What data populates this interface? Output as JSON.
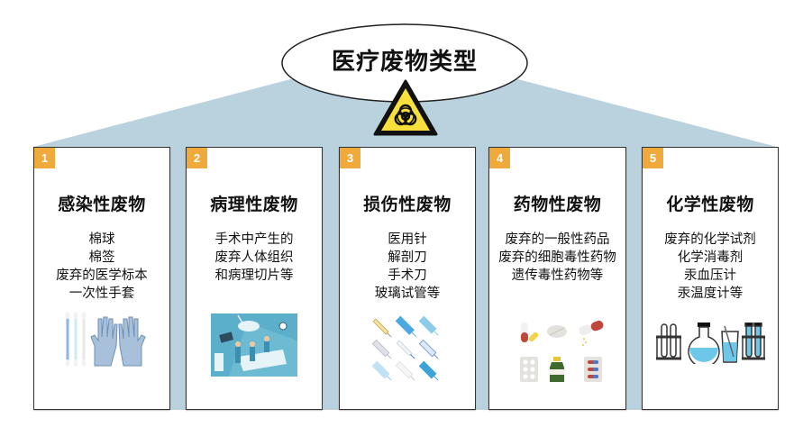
{
  "diagram": {
    "title": "医疗废物类型",
    "title_icon": "biohazard-warning-icon",
    "colors": {
      "trapezoid": "#B9D2DE",
      "badge": "#F0A93B",
      "warning_yellow": "#F7E03C",
      "card_border": "#333333"
    },
    "categories": [
      {
        "number": "1",
        "title": "感染性废物",
        "items": [
          "棉球",
          "棉签",
          "废弃的医学标本",
          "一次性手套"
        ],
        "illustration": "cotton-swabs-and-gloves-icon"
      },
      {
        "number": "2",
        "title": "病理性废物",
        "items": [
          "手术中产生的",
          "废弃人体组织",
          "和病理切片等"
        ],
        "illustration": "operating-room-illustration"
      },
      {
        "number": "3",
        "title": "损伤性废物",
        "items": [
          "医用针",
          "解剖刀",
          "手术刀",
          "玻璃试管等"
        ],
        "illustration": "syringes-icon-grid"
      },
      {
        "number": "4",
        "title": "药物性废物",
        "items": [
          "废弃的一般性药品",
          "废弃的细胞毒性药物",
          "遗传毒性药物等"
        ],
        "illustration": "pills-and-medicine-icons"
      },
      {
        "number": "5",
        "title": "化学性废物",
        "items": [
          "废弃的化学试剂",
          "化学消毒剂",
          "汞血压计",
          "汞温度计等"
        ],
        "illustration": "lab-glassware-icons"
      }
    ]
  }
}
